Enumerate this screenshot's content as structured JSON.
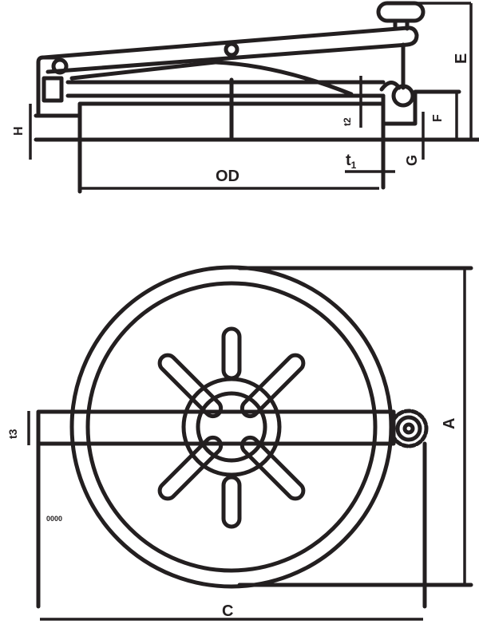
{
  "diagram": {
    "title": "Manway cover technical drawing",
    "stroke_color": "#231f20",
    "background": "#ffffff",
    "side_view": {
      "labels": {
        "H": "H",
        "OD": "OD",
        "t1": "t",
        "t1_sub": "1",
        "G": "G",
        "E": "E",
        "F": "F",
        "t2": "t2"
      }
    },
    "top_view": {
      "labels": {
        "A": "A",
        "C": "C",
        "t3": "t3",
        "note": "0000"
      }
    }
  }
}
